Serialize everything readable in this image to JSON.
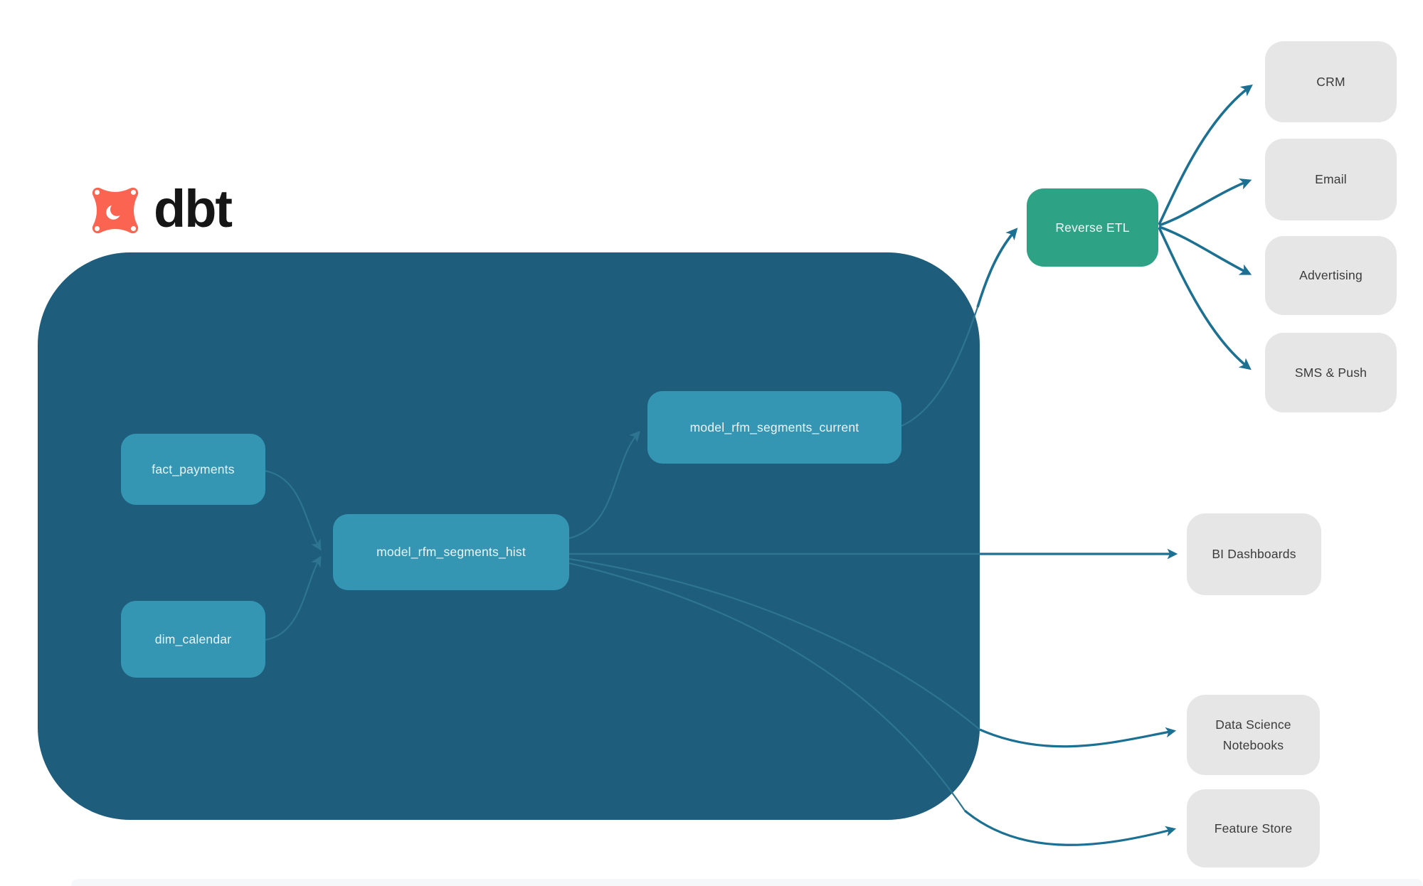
{
  "colors": {
    "container": "#1E5D7B",
    "node": "#3496B3",
    "node_text": "#EAF5F9",
    "accent_green": "#2EA285",
    "dest_gray": "#E6E6E6",
    "dest_text": "#3B3B3B",
    "arrow": "#1C7092",
    "inner_edge": "#2D7590",
    "logo_orange": "#FB6450"
  },
  "logo": {
    "text": "dbt",
    "icon": "dbt-star-icon"
  },
  "warehouse": {
    "sources": {
      "fact_payments": "fact_payments",
      "dim_calendar": "dim_calendar"
    },
    "models": {
      "hist": "model_rfm_segments_hist",
      "current": "model_rfm_segments_current"
    }
  },
  "activation": {
    "reverse_etl": "Reverse ETL",
    "destinations": {
      "crm": "CRM",
      "email": "Email",
      "advertising": "Advertising",
      "sms_push": "SMS & Push"
    }
  },
  "consumers": {
    "bi": "BI Dashboards",
    "data_science": "Data Science Notebooks",
    "feature_store": "Feature Store"
  }
}
